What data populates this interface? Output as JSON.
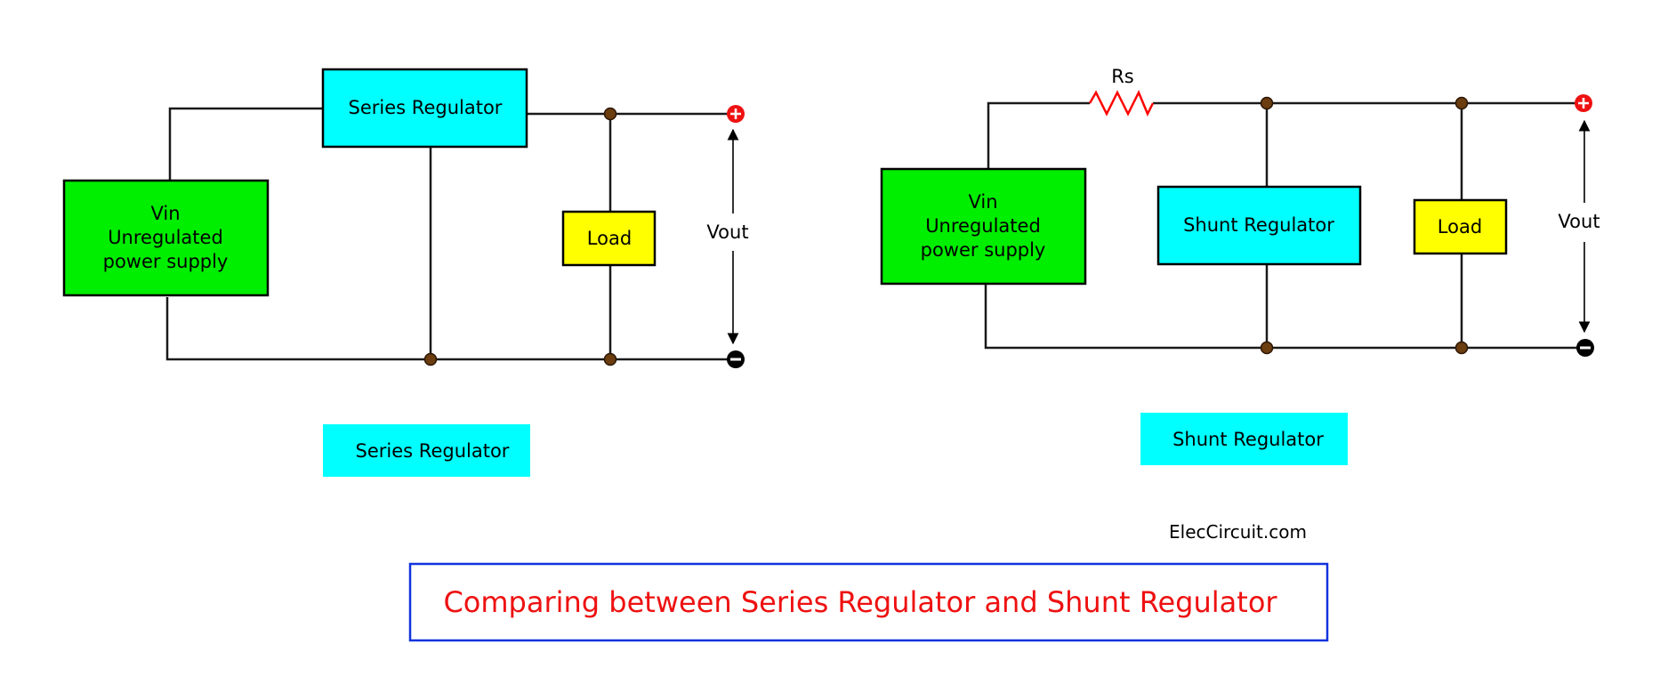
{
  "series": {
    "regulator_label": "Series Regulator",
    "supply_lines": [
      "Vin",
      "Unregulated",
      "power supply"
    ],
    "load_label": "Load",
    "vout_label": "Vout",
    "caption": "Series Regulator"
  },
  "shunt": {
    "resistor_label": "Rs",
    "regulator_label": "Shunt Regulator",
    "supply_lines": [
      "Vin",
      "Unregulated",
      "power supply"
    ],
    "load_label": "Load",
    "vout_label": "Vout",
    "caption": "Shunt Regulator"
  },
  "credit": "ElecCircuit.com",
  "title": "Comparing between Series Regulator and Shunt Regulator",
  "colors": {
    "supply_fill": "#00ee00",
    "regulator_fill": "#00ffff",
    "load_fill": "#ffff00",
    "caption_fill": "#00ffff",
    "wire": "#1a1a1a",
    "junction": "#6b3d0f",
    "resistor": "#ff0000",
    "positive_terminal": "#ee1111",
    "negative_terminal": "#000000",
    "title_text": "#ee1111",
    "title_border": "#1133dd"
  },
  "icons": {
    "positive_terminal": "plus-circle-icon",
    "negative_terminal": "minus-circle-icon",
    "resistor": "resistor-symbol",
    "junction": "junction-dot"
  }
}
